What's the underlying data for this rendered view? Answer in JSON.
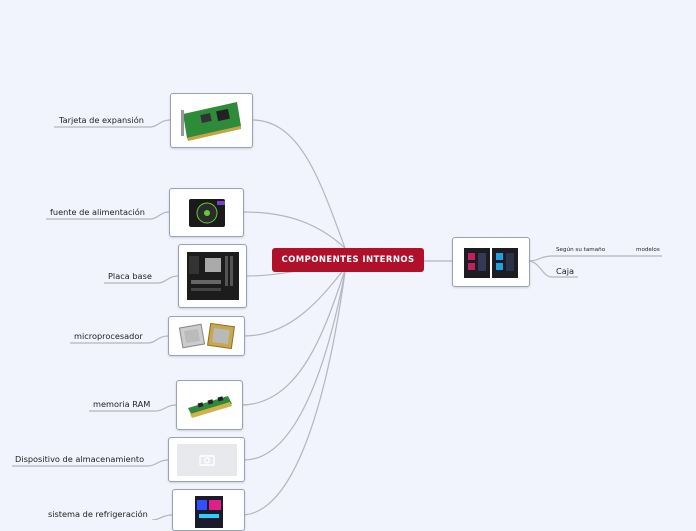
{
  "central": {
    "label": "COMPONENTES INTERNOS"
  },
  "left_branches": [
    {
      "label": "Tarjeta de expansión",
      "icon": "expansion-card-icon"
    },
    {
      "label": "fuente de alimentación",
      "icon": "power-supply-icon"
    },
    {
      "label": "Placa base",
      "icon": "motherboard-icon"
    },
    {
      "label": "microprocesador",
      "icon": "processor-icon"
    },
    {
      "label": "memoria RAM",
      "icon": "ram-icon"
    },
    {
      "label": "Dispositivo de almacenamiento",
      "icon": "image-placeholder-icon"
    },
    {
      "label": "sistema de refrigeración",
      "icon": "cooling-system-icon"
    }
  ],
  "right_branch": {
    "label": "Caja",
    "icon": "pc-case-icon",
    "sub": {
      "label": "Según su tamaño",
      "child": "modelos"
    }
  },
  "colors": {
    "central_bg": "#b0102a",
    "background": "#f1f4fd",
    "connector": "#b3b6bd"
  }
}
